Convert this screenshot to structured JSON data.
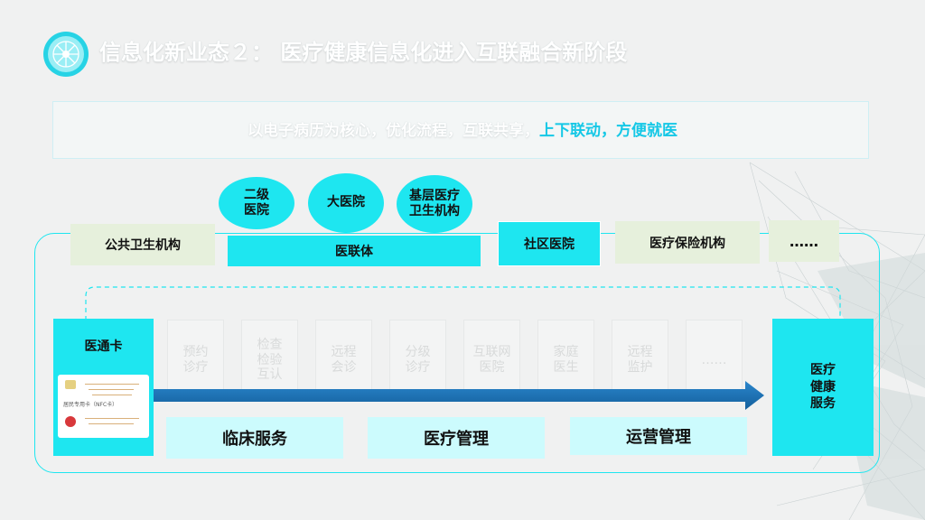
{
  "header": {
    "title": "信息化新业态２： 医疗健康信息化进入互联融合新阶段",
    "logo_icon": "globe-network-icon"
  },
  "banner": {
    "text_plain": "以电子病历为核心，优化流程，互联共享，",
    "text_highlight": "上下联动，方便就医"
  },
  "hospitals": {
    "ellipses": [
      {
        "label_line1": "二级",
        "label_line2": "医院"
      },
      {
        "label_line1": "大医院",
        "label_line2": ""
      },
      {
        "label_line1": "基层医疗",
        "label_line2": "卫生机构"
      }
    ],
    "alliance_label": "医联体"
  },
  "institutions": {
    "public_health": "公共卫生机构",
    "community_hospital": "社区医院",
    "insurance": "医疗保险机构",
    "more": "……"
  },
  "card": {
    "label": "医通卡",
    "card_text": "居民专用卡（NFC卡）",
    "brand_icon": "china-telecom-icon"
  },
  "services": [
    {
      "line1": "预约",
      "line2": "诊疗",
      "line3": ""
    },
    {
      "line1": "检查",
      "line2": "检验",
      "line3": "互认"
    },
    {
      "line1": "远程",
      "line2": "会诊",
      "line3": ""
    },
    {
      "line1": "分级",
      "line2": "诊疗",
      "line3": ""
    },
    {
      "line1": "互联网",
      "line2": "医院",
      "line3": ""
    },
    {
      "line1": "家庭",
      "line2": "医生",
      "line3": ""
    },
    {
      "line1": "远程",
      "line2": "监护",
      "line3": ""
    },
    {
      "line1": "……",
      "line2": "",
      "line3": ""
    }
  ],
  "destination": {
    "line1": "医疗",
    "line2": "健康",
    "line3": "服务"
  },
  "bottom": {
    "clinical": "临床服务",
    "medical_mgmt": "医疗管理",
    "operations": "运营管理"
  },
  "colors": {
    "cyan": "#1ee6f0",
    "highlight": "#16c8e6",
    "arrow": "#1a73b8",
    "light_box": "#e6f0dc"
  }
}
